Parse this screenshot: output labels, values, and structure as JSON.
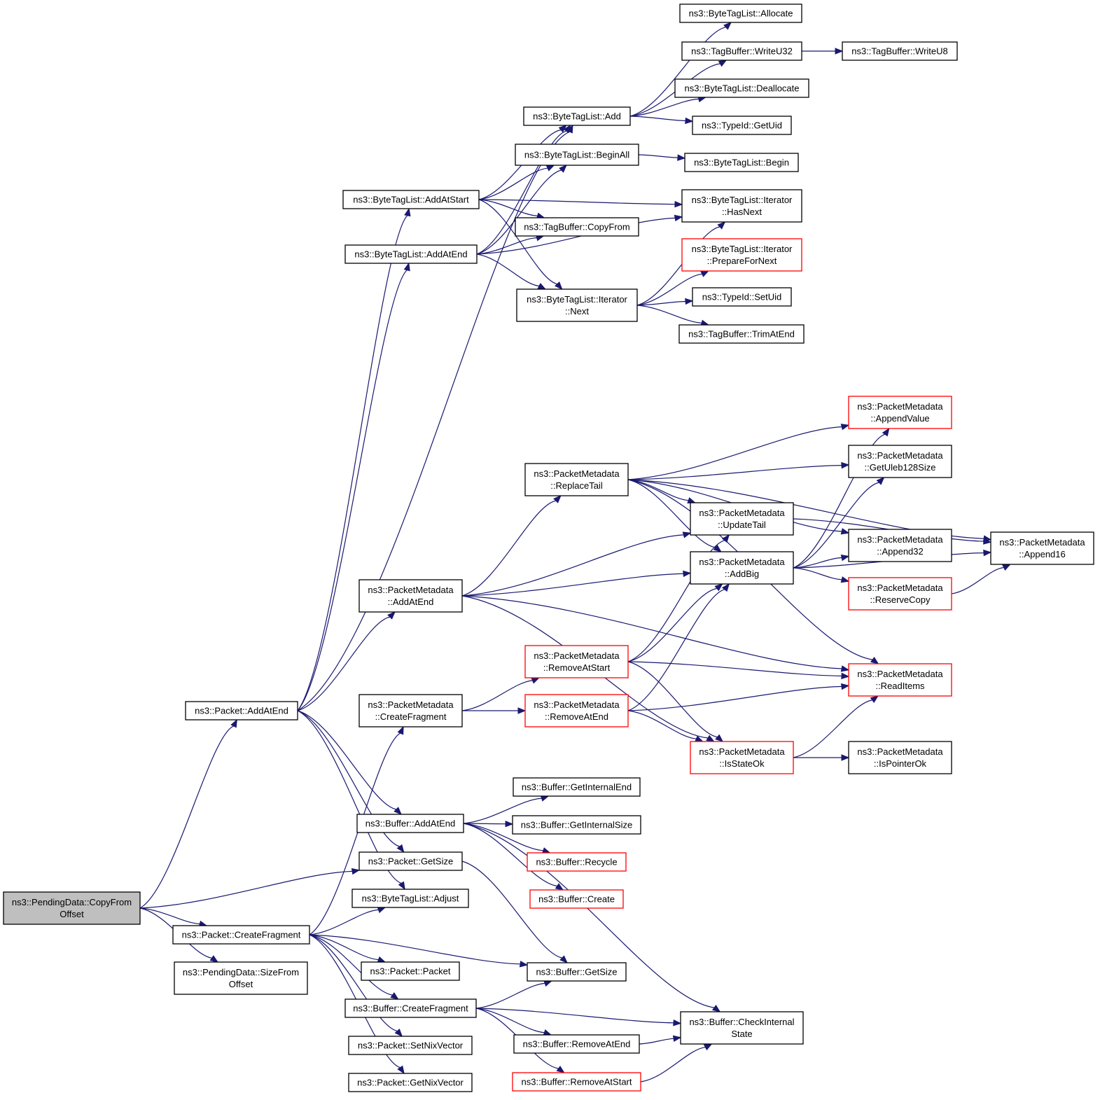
{
  "colors": {
    "edge": "#191970",
    "node_border": "#000000",
    "node_border_truncated": "#ff0000",
    "root_fill": "#bfbfbf",
    "node_fill": "#ffffff"
  },
  "nodes": [
    {
      "id": "root",
      "lines": [
        "ns3::PendingData::CopyFrom",
        "Offset"
      ],
      "style": "root"
    },
    {
      "id": "pkt_addatend",
      "lines": [
        "ns3::Packet::AddAtEnd"
      ]
    },
    {
      "id": "pkt_createfragment",
      "lines": [
        "ns3::Packet::CreateFragment"
      ]
    },
    {
      "id": "pd_sizefromoffset",
      "lines": [
        "ns3::PendingData::SizeFrom",
        "Offset"
      ]
    },
    {
      "id": "btl_addatstart",
      "lines": [
        "ns3::ByteTagList::AddAtStart"
      ]
    },
    {
      "id": "btl_addatend",
      "lines": [
        "ns3::ByteTagList::AddAtEnd"
      ]
    },
    {
      "id": "pm_addatend",
      "lines": [
        "ns3::PacketMetadata",
        "::AddAtEnd"
      ]
    },
    {
      "id": "pm_createfragment",
      "lines": [
        "ns3::PacketMetadata",
        "::CreateFragment"
      ]
    },
    {
      "id": "buf_addatend",
      "lines": [
        "ns3::Buffer::AddAtEnd"
      ]
    },
    {
      "id": "pkt_getsize",
      "lines": [
        "ns3::Packet::GetSize"
      ]
    },
    {
      "id": "btl_adjust",
      "lines": [
        "ns3::ByteTagList::Adjust"
      ]
    },
    {
      "id": "pkt_packet",
      "lines": [
        "ns3::Packet::Packet"
      ]
    },
    {
      "id": "buf_createfragment",
      "lines": [
        "ns3::Buffer::CreateFragment"
      ]
    },
    {
      "id": "pkt_setnixvector",
      "lines": [
        "ns3::Packet::SetNixVector"
      ]
    },
    {
      "id": "pkt_getnixvector",
      "lines": [
        "ns3::Packet::GetNixVector"
      ]
    },
    {
      "id": "btl_add",
      "lines": [
        "ns3::ByteTagList::Add"
      ]
    },
    {
      "id": "btl_beginall",
      "lines": [
        "ns3::ByteTagList::BeginAll"
      ]
    },
    {
      "id": "tb_copyfrom",
      "lines": [
        "ns3::TagBuffer::CopyFrom"
      ]
    },
    {
      "id": "btl_it_next",
      "lines": [
        "ns3::ByteTagList::Iterator",
        "::Next"
      ]
    },
    {
      "id": "pm_replacetail",
      "lines": [
        "ns3::PacketMetadata",
        "::ReplaceTail"
      ]
    },
    {
      "id": "pm_removeatstart",
      "lines": [
        "ns3::PacketMetadata",
        "::RemoveAtStart"
      ],
      "style": "trunc"
    },
    {
      "id": "pm_removeatend",
      "lines": [
        "ns3::PacketMetadata",
        "::RemoveAtEnd"
      ],
      "style": "trunc"
    },
    {
      "id": "buf_getinternalend",
      "lines": [
        "ns3::Buffer::GetInternalEnd"
      ]
    },
    {
      "id": "buf_getinternalsize",
      "lines": [
        "ns3::Buffer::GetInternalSize"
      ]
    },
    {
      "id": "buf_recycle",
      "lines": [
        "ns3::Buffer::Recycle"
      ],
      "style": "trunc"
    },
    {
      "id": "buf_create",
      "lines": [
        "ns3::Buffer::Create"
      ],
      "style": "trunc"
    },
    {
      "id": "buf_getsize",
      "lines": [
        "ns3::Buffer::GetSize"
      ]
    },
    {
      "id": "buf_removeatend",
      "lines": [
        "ns3::Buffer::RemoveAtEnd"
      ]
    },
    {
      "id": "buf_removeatstart",
      "lines": [
        "ns3::Buffer::RemoveAtStart"
      ],
      "style": "trunc"
    },
    {
      "id": "btl_allocate",
      "lines": [
        "ns3::ByteTagList::Allocate"
      ]
    },
    {
      "id": "tb_writeu32",
      "lines": [
        "ns3::TagBuffer::WriteU32"
      ]
    },
    {
      "id": "btl_deallocate",
      "lines": [
        "ns3::ByteTagList::Deallocate"
      ]
    },
    {
      "id": "typeid_getuid",
      "lines": [
        "ns3::TypeId::GetUid"
      ]
    },
    {
      "id": "btl_begin",
      "lines": [
        "ns3::ByteTagList::Begin"
      ]
    },
    {
      "id": "btl_it_hasnext",
      "lines": [
        "ns3::ByteTagList::Iterator",
        "::HasNext"
      ]
    },
    {
      "id": "btl_it_preparefornext",
      "lines": [
        "ns3::ByteTagList::Iterator",
        "::PrepareForNext"
      ],
      "style": "trunc"
    },
    {
      "id": "typeid_setuid",
      "lines": [
        "ns3::TypeId::SetUid"
      ]
    },
    {
      "id": "tb_trimatend",
      "lines": [
        "ns3::TagBuffer::TrimAtEnd"
      ]
    },
    {
      "id": "pm_updatetail",
      "lines": [
        "ns3::PacketMetadata",
        "::UpdateTail"
      ]
    },
    {
      "id": "pm_addbig",
      "lines": [
        "ns3::PacketMetadata",
        "::AddBig"
      ]
    },
    {
      "id": "pm_isstateok",
      "lines": [
        "ns3::PacketMetadata",
        "::IsStateOk"
      ],
      "style": "trunc"
    },
    {
      "id": "buf_checkinternalstate",
      "lines": [
        "ns3::Buffer::CheckInternal",
        "State"
      ]
    },
    {
      "id": "tb_writeu8",
      "lines": [
        "ns3::TagBuffer::WriteU8"
      ]
    },
    {
      "id": "pm_appendvalue",
      "lines": [
        "ns3::PacketMetadata",
        "::AppendValue"
      ],
      "style": "trunc"
    },
    {
      "id": "pm_getuleb128size",
      "lines": [
        "ns3::PacketMetadata",
        "::GetUleb128Size"
      ]
    },
    {
      "id": "pm_append32",
      "lines": [
        "ns3::PacketMetadata",
        "::Append32"
      ]
    },
    {
      "id": "pm_reservecopy",
      "lines": [
        "ns3::PacketMetadata",
        "::ReserveCopy"
      ],
      "style": "trunc"
    },
    {
      "id": "pm_readitems",
      "lines": [
        "ns3::PacketMetadata",
        "::ReadItems"
      ],
      "style": "trunc"
    },
    {
      "id": "pm_ispointerok",
      "lines": [
        "ns3::PacketMetadata",
        "::IsPointerOk"
      ]
    },
    {
      "id": "pm_append16",
      "lines": [
        "ns3::PacketMetadata",
        "::Append16"
      ]
    }
  ],
  "edges": [
    [
      "root",
      "pkt_addatend"
    ],
    [
      "root",
      "pkt_getsize"
    ],
    [
      "root",
      "pkt_createfragment"
    ],
    [
      "root",
      "pd_sizefromoffset"
    ],
    [
      "pkt_addatend",
      "btl_add"
    ],
    [
      "pkt_addatend",
      "btl_addatstart"
    ],
    [
      "pkt_addatend",
      "btl_addatend"
    ],
    [
      "pkt_addatend",
      "pm_addatend"
    ],
    [
      "pkt_addatend",
      "buf_addatend"
    ],
    [
      "pkt_addatend",
      "pkt_getsize"
    ],
    [
      "pkt_addatend",
      "btl_adjust"
    ],
    [
      "pkt_createfragment",
      "pm_createfragment"
    ],
    [
      "pkt_createfragment",
      "btl_adjust"
    ],
    [
      "pkt_createfragment",
      "buf_getsize"
    ],
    [
      "pkt_createfragment",
      "pkt_packet"
    ],
    [
      "pkt_createfragment",
      "buf_createfragment"
    ],
    [
      "pkt_createfragment",
      "pkt_setnixvector"
    ],
    [
      "pkt_createfragment",
      "pkt_getnixvector"
    ],
    [
      "btl_addatstart",
      "btl_add"
    ],
    [
      "btl_addatstart",
      "btl_beginall"
    ],
    [
      "btl_addatstart",
      "btl_it_hasnext"
    ],
    [
      "btl_addatstart",
      "tb_copyfrom"
    ],
    [
      "btl_addatstart",
      "btl_it_next"
    ],
    [
      "btl_addatend",
      "btl_add"
    ],
    [
      "btl_addatend",
      "btl_beginall"
    ],
    [
      "btl_addatend",
      "tb_copyfrom"
    ],
    [
      "btl_addatend",
      "btl_it_hasnext"
    ],
    [
      "btl_addatend",
      "btl_it_next"
    ],
    [
      "btl_add",
      "btl_allocate"
    ],
    [
      "btl_add",
      "tb_writeu32"
    ],
    [
      "btl_add",
      "btl_deallocate"
    ],
    [
      "btl_add",
      "typeid_getuid"
    ],
    [
      "btl_beginall",
      "btl_begin"
    ],
    [
      "tb_writeu32",
      "tb_writeu8"
    ],
    [
      "btl_it_next",
      "btl_it_hasnext"
    ],
    [
      "btl_it_next",
      "btl_it_preparefornext"
    ],
    [
      "btl_it_next",
      "typeid_setuid"
    ],
    [
      "btl_it_next",
      "tb_trimatend"
    ],
    [
      "pm_addatend",
      "pm_replacetail"
    ],
    [
      "pm_addatend",
      "pm_updatetail"
    ],
    [
      "pm_addatend",
      "pm_addbig"
    ],
    [
      "pm_addatend",
      "pm_readitems"
    ],
    [
      "pm_addatend",
      "pm_isstateok"
    ],
    [
      "pm_replacetail",
      "pm_append16"
    ],
    [
      "pm_replacetail",
      "pm_appendvalue"
    ],
    [
      "pm_replacetail",
      "pm_getuleb128size"
    ],
    [
      "pm_replacetail",
      "pm_append32"
    ],
    [
      "pm_replacetail",
      "pm_updatetail"
    ],
    [
      "pm_replacetail",
      "pm_addbig"
    ],
    [
      "pm_replacetail",
      "pm_readitems"
    ],
    [
      "pm_createfragment",
      "pm_removeatstart"
    ],
    [
      "pm_createfragment",
      "pm_removeatend"
    ],
    [
      "pm_removeatstart",
      "pm_updatetail"
    ],
    [
      "pm_removeatstart",
      "pm_addbig"
    ],
    [
      "pm_removeatstart",
      "pm_readitems"
    ],
    [
      "pm_removeatstart",
      "pm_isstateok"
    ],
    [
      "pm_removeatend",
      "pm_addbig"
    ],
    [
      "pm_removeatend",
      "pm_readitems"
    ],
    [
      "pm_removeatend",
      "pm_isstateok"
    ],
    [
      "pm_addbig",
      "pm_appendvalue"
    ],
    [
      "pm_addbig",
      "pm_getuleb128size"
    ],
    [
      "pm_addbig",
      "pm_append32"
    ],
    [
      "pm_addbig",
      "pm_reservecopy"
    ],
    [
      "pm_addbig",
      "pm_append16"
    ],
    [
      "pm_updatetail",
      "pm_append16"
    ],
    [
      "pm_reservecopy",
      "pm_append16"
    ],
    [
      "pm_isstateok",
      "pm_readitems"
    ],
    [
      "pm_isstateok",
      "pm_ispointerok"
    ],
    [
      "buf_addatend",
      "buf_getinternalend"
    ],
    [
      "buf_addatend",
      "buf_getinternalsize"
    ],
    [
      "buf_addatend",
      "buf_recycle"
    ],
    [
      "buf_addatend",
      "buf_create"
    ],
    [
      "buf_addatend",
      "buf_checkinternalstate"
    ],
    [
      "pkt_getsize",
      "buf_getsize"
    ],
    [
      "buf_createfragment",
      "buf_getsize"
    ],
    [
      "buf_createfragment",
      "buf_checkinternalstate"
    ],
    [
      "buf_createfragment",
      "buf_removeatend"
    ],
    [
      "buf_createfragment",
      "buf_removeatstart"
    ],
    [
      "buf_removeatend",
      "buf_checkinternalstate"
    ],
    [
      "buf_removeatstart",
      "buf_checkinternalstate"
    ]
  ]
}
